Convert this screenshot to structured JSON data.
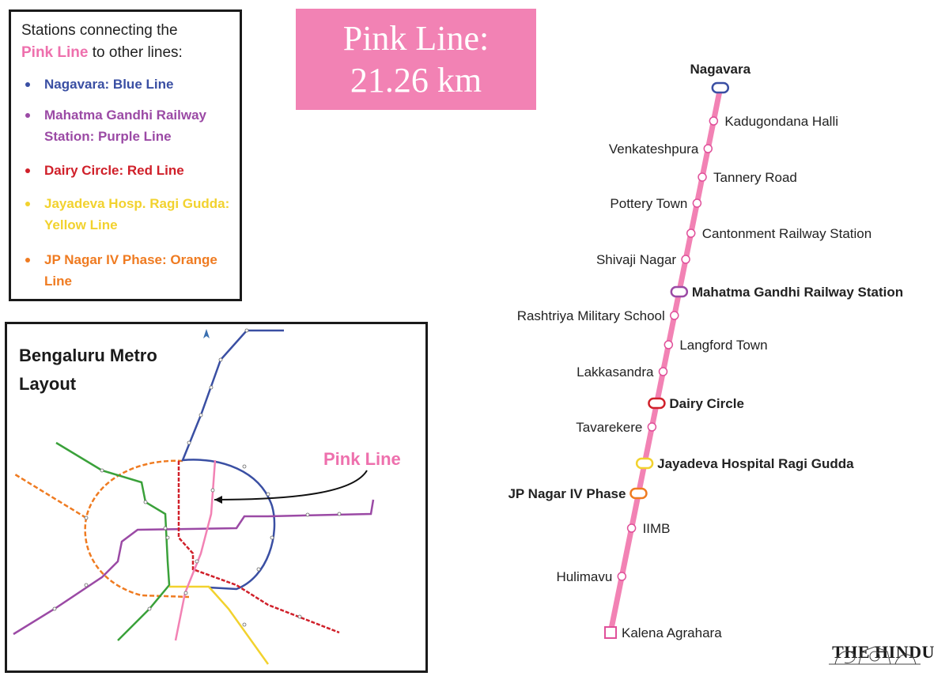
{
  "legend": {
    "intro_line1": "Stations connecting the",
    "intro_pink": "Pink Line",
    "intro_rest": " to other lines:",
    "items": [
      {
        "text": "Nagavara: Blue Line",
        "color": "#3a4fa3"
      },
      {
        "text": "Mahatma Gandhi Railway Station:  Purple Line",
        "color": "#9b4aa5"
      },
      {
        "text": "Dairy Circle: Red Line",
        "color": "#d0202a"
      },
      {
        "text": "Jayadeva Hosp. Ragi Gudda: Yellow Line",
        "color": "#f2d22e"
      },
      {
        "text": "JP Nagar IV Phase: Orange Line",
        "color": "#ef7b21"
      }
    ]
  },
  "title": {
    "line1": "Pink Line:",
    "line2": "21.26 km"
  },
  "layout_map": {
    "title": "Bengaluru Metro Layout",
    "pink_callout": "Pink Line"
  },
  "route": {
    "line_color": "#f282b4",
    "stations": [
      {
        "name": "Nagavara",
        "interchange": "Blue",
        "color": "#3a4fa3"
      },
      {
        "name": "Kadugondana Halli"
      },
      {
        "name": "Venkateshpura"
      },
      {
        "name": "Tannery Road"
      },
      {
        "name": "Pottery Town"
      },
      {
        "name": "Cantonment Railway Station"
      },
      {
        "name": "Shivaji Nagar"
      },
      {
        "name": "Mahatma Gandhi Railway Station",
        "interchange": "Purple",
        "color": "#9b4aa5"
      },
      {
        "name": "Rashtriya Military School"
      },
      {
        "name": "Langford Town"
      },
      {
        "name": "Lakkasandra"
      },
      {
        "name": "Dairy Circle",
        "interchange": "Red",
        "color": "#d0202a"
      },
      {
        "name": "Tavarekere"
      },
      {
        "name": "Jayadeva Hospital Ragi Gudda",
        "interchange": "Yellow",
        "color": "#f2d22e"
      },
      {
        "name": "JP Nagar IV Phase",
        "interchange": "Orange",
        "color": "#ef7b21"
      },
      {
        "name": "IIMB"
      },
      {
        "name": "Hulimavu"
      },
      {
        "name": "Kalena Agrahara"
      }
    ]
  },
  "logo": {
    "text": "THE HINDU"
  }
}
